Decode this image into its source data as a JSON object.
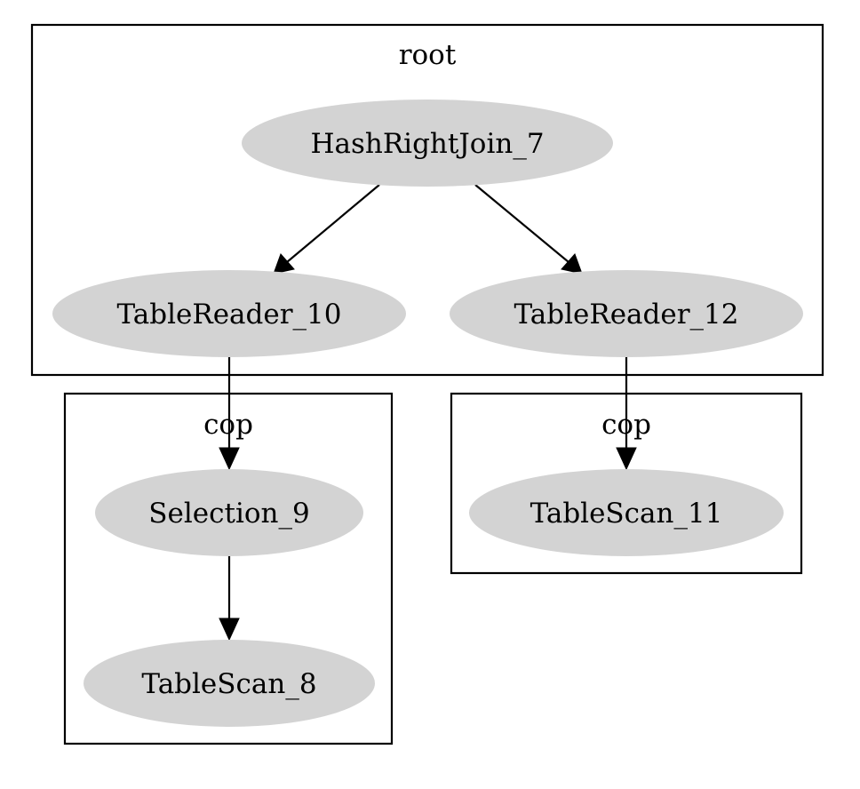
{
  "node_fill": "#d3d3d3",
  "clusters": [
    {
      "id": "cluster-root",
      "label": "root"
    },
    {
      "id": "cluster-cop-left",
      "label": "cop"
    },
    {
      "id": "cluster-cop-right",
      "label": "cop"
    }
  ],
  "nodes": [
    {
      "id": "hashrightjoin-7",
      "label": "HashRightJoin_7"
    },
    {
      "id": "tablereader-10",
      "label": "TableReader_10"
    },
    {
      "id": "tablereader-12",
      "label": "TableReader_12"
    },
    {
      "id": "selection-9",
      "label": "Selection_9"
    },
    {
      "id": "tablescan-8",
      "label": "TableScan_8"
    },
    {
      "id": "tablescan-11",
      "label": "TableScan_11"
    }
  ],
  "edges": [
    {
      "from": "HashRightJoin_7",
      "to": "TableReader_10"
    },
    {
      "from": "HashRightJoin_7",
      "to": "TableReader_12"
    },
    {
      "from": "TableReader_10",
      "to": "Selection_9"
    },
    {
      "from": "Selection_9",
      "to": "TableScan_8"
    },
    {
      "from": "TableReader_12",
      "to": "TableScan_11"
    }
  ]
}
